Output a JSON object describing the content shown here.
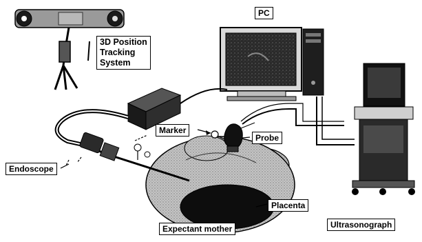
{
  "labels": {
    "pc": "PC",
    "tracking": "3D Position\nTracking\nSystem",
    "marker": "Marker",
    "probe": "Probe",
    "endoscope": "Endoscope",
    "placenta": "Placenta",
    "mother": "Expectant mother",
    "ultrasonograph": "Ultrasonograph"
  },
  "icons": [
    "tracking-camera-icon",
    "tripod-icon",
    "monitor-icon",
    "tower-pc-icon",
    "light-source-box-icon",
    "endoscope-icon",
    "ultrasound-probe-icon",
    "ultrasound-machine-icon",
    "patient-abdomen-icon",
    "placenta-icon",
    "marker-icon"
  ],
  "colors": {
    "ink": "#000000",
    "background": "#ffffff",
    "screen": "#2a2a2a",
    "abdomen": "#b5b5b5"
  }
}
